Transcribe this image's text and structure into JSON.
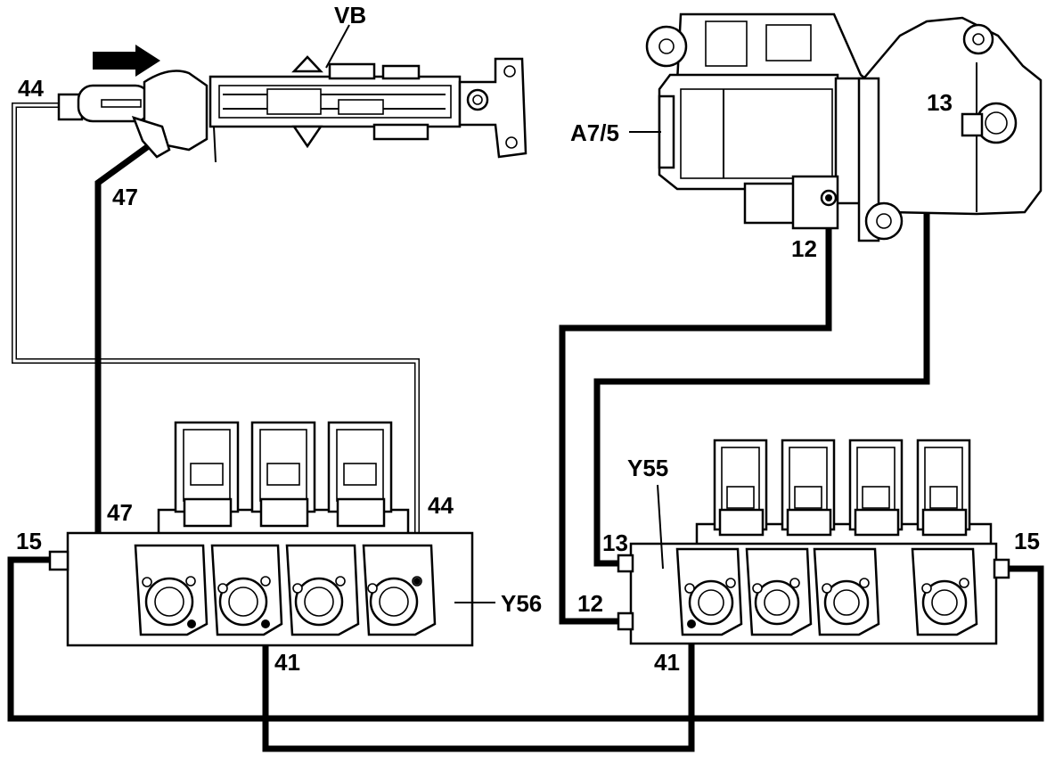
{
  "components": {
    "vb": "VB",
    "a7_5": "A7/5",
    "y55": "Y55",
    "y56": "Y56"
  },
  "ports": {
    "vb_44": "44",
    "vb_47": "47",
    "a7_12": "12",
    "a7_13": "13",
    "y56_47": "47",
    "y56_44": "44",
    "y56_15": "15",
    "y56_41": "41",
    "y55_13": "13",
    "y55_12": "12",
    "y55_15": "15",
    "y55_41": "41"
  },
  "icons": [
    "direction-arrow-icon"
  ]
}
